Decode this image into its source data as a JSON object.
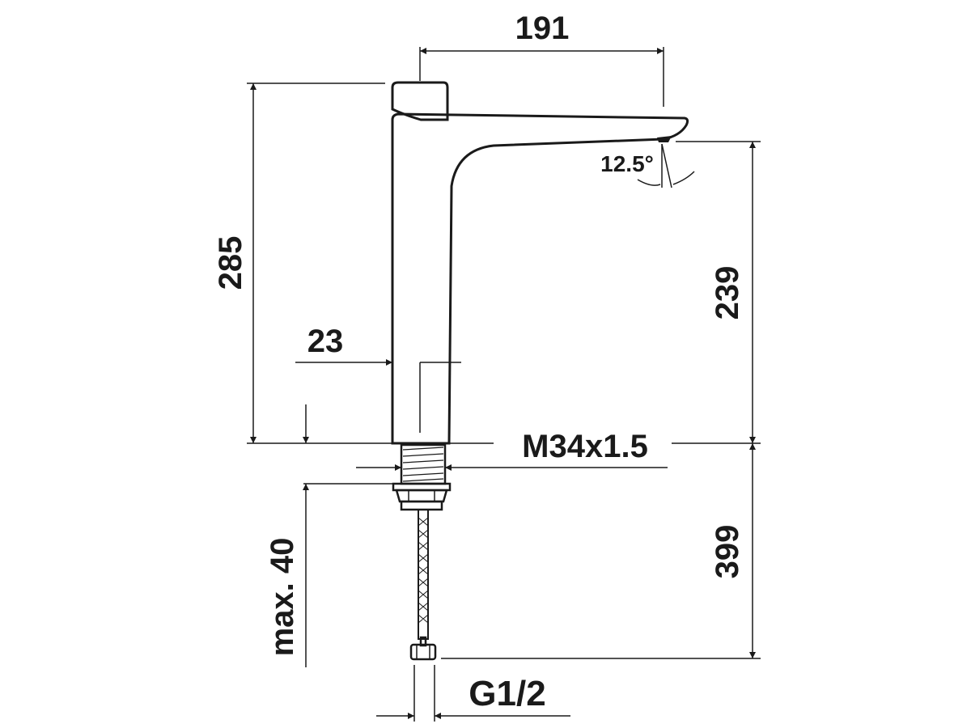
{
  "drawing": {
    "subject": "Faucet dimensional drawing",
    "stroke_color": "#1a1a1a",
    "background": "#ffffff"
  },
  "dimensions": {
    "spout_reach": "191",
    "total_height": "285",
    "spout_height": "239",
    "body_offset": "23",
    "thread": "M34x1.5",
    "max_deck_thickness": "max. 40",
    "hose_length": "399",
    "connection": "G1/2",
    "spout_angle": "12.5°"
  }
}
